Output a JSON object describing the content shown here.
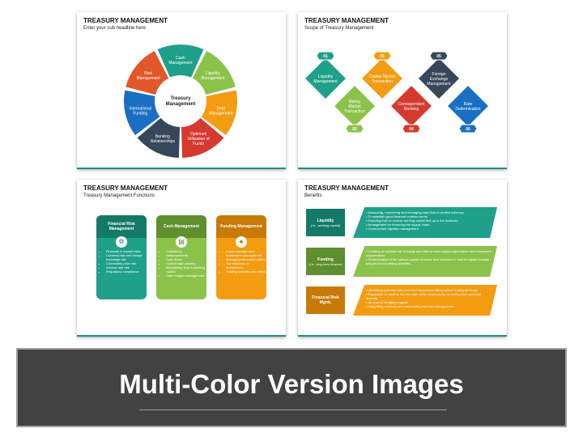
{
  "slides": [
    {
      "title": "TREASURY MANAGEMENT",
      "subtitle": "Enter your sub headline here",
      "center_label": [
        "Treasury",
        "Management"
      ],
      "segments": [
        {
          "lines": [
            "Cash",
            "Management"
          ],
          "color": "#1fa08a"
        },
        {
          "lines": [
            "Liquidity",
            "Management"
          ],
          "color": "#8bc34a"
        },
        {
          "lines": [
            "Debt",
            "Management"
          ],
          "color": "#f39c12"
        },
        {
          "lines": [
            "Optimum",
            "Utilization of",
            "Funds"
          ],
          "color": "#d63a2f"
        },
        {
          "lines": [
            "Banking",
            "Relationships"
          ],
          "color": "#37475a"
        },
        {
          "lines": [
            "International",
            "Funding"
          ],
          "color": "#1a6fc4"
        },
        {
          "lines": [
            "Risk",
            "Management"
          ],
          "color": "#e2572a"
        }
      ]
    },
    {
      "title": "TREASURY MANAGEMENT",
      "subtitle": "Scope of Treasury Management",
      "items": [
        {
          "num": "01",
          "lines": [
            "Liquidity",
            "Management"
          ],
          "color": "#1fa08a"
        },
        {
          "num": "02",
          "lines": [
            "Money",
            "Market",
            "Transaction"
          ],
          "color": "#8bc34a"
        },
        {
          "num": "03",
          "lines": [
            "Capital Market",
            "Transaction"
          ],
          "color": "#f39c12"
        },
        {
          "num": "04",
          "lines": [
            "Correspondent",
            "Banking"
          ],
          "color": "#d63a2f"
        },
        {
          "num": "05",
          "lines": [
            "Foreign",
            "Exchange",
            "Management"
          ],
          "color": "#37475a"
        },
        {
          "num": "06",
          "lines": [
            "Rate",
            "Determination"
          ],
          "color": "#1a6fc4"
        }
      ]
    },
    {
      "title": "TREASURY MANAGEMENT",
      "subtitle": "Treasury Management Functions",
      "cards": [
        {
          "head": "Financial Risk Management",
          "color": "#1fa08a",
          "dark": "#147a68",
          "bullets": [
            "Financial & market risks",
            "Currency risk and foreign exchange risk",
            "Commodity price risk",
            "Interest rate risk",
            "Regulatory compliance"
          ]
        },
        {
          "head": "Cash Management",
          "color": "#8bc34a",
          "dark": "#5f8f2e",
          "bullets": [
            "Collections",
            "Disbursements",
            "Cash flows",
            "Control cash pooling",
            "Maintaining float & working capital",
            "Cash budget management"
          ]
        },
        {
          "head": "Funding Management",
          "color": "#f39c12",
          "dark": "#c77a05",
          "bullets": [
            "Loans management",
            "Investment management",
            "Managing risk return profile",
            "Tax efficiency of investments",
            "Trading activities and deals"
          ]
        }
      ]
    },
    {
      "title": "TREASURY MANAGEMENT",
      "subtitle": "Benefits",
      "rows": [
        {
          "label": "Liquidity",
          "sub": "(i.e., working capital)",
          "color": "#1fa08a",
          "dark": "#147a68",
          "bullets": [
            "Measuring, monitoring and managing cash flow to protect solvency",
            "To establish good financial contract terms",
            "Ensuring that no excess working capital tied up in the business",
            "Arrangement for financing the supply chain",
            "Cross-border liquidity management"
          ]
        },
        {
          "label": "Funding",
          "sub": "(i.e., long term finance)",
          "color": "#8bc34a",
          "dark": "#5f8f2e",
          "bullets": [
            "Creating an optimal mix of equity and debt to meet capital expenditure and investment requirements",
            "Determination of the optimal capital structure and reduction in cost of capital through long-term fund raising activities"
          ]
        },
        {
          "label": "Financial Risk Mgmt.",
          "sub": "",
          "color": "#f39c12",
          "dark": "#c77a05",
          "bullets": [
            "Identifying potential risks and their impact and taking action to mitigate those",
            "Expansion of credit to the end-user while continuously de-risking from potential defaults",
            "Structured hedging program",
            "Integrating currency and commodity price risk management"
          ]
        }
      ]
    }
  ],
  "banner": {
    "title": "Multi-Color Version Images"
  }
}
